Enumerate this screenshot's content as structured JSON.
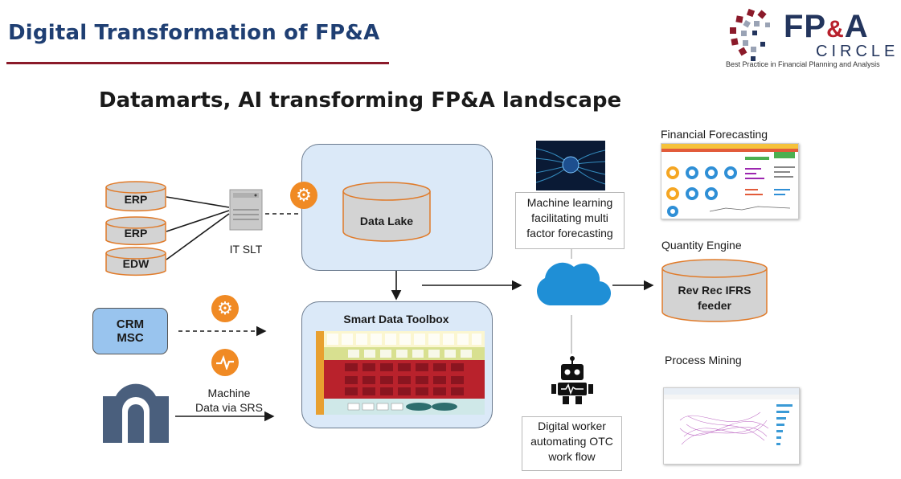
{
  "header": {
    "title": "Digital Transformation of FP&A"
  },
  "logo": {
    "line1": "FP",
    "amp": "&",
    "line1_end": "A",
    "line2": "CIRCLE",
    "tagline": "Best Practice in Financial Planning and Analysis"
  },
  "subtitle": "Datamarts, AI transforming FP&A landscape",
  "sources": {
    "erp1": "ERP",
    "erp2": "ERP",
    "edw": "EDW",
    "crm_line1": "CRM",
    "crm_line2": "MSC"
  },
  "server_label": "IT SLT",
  "data_lake": "Data Lake",
  "machine_data": {
    "line1": "Machine",
    "line2": "Data via SRS"
  },
  "smart_data_toolbox": "Smart Data Toolbox",
  "ml_box": {
    "line1": "Machine learning",
    "line2": "facilitating multi",
    "line3": "factor forecasting"
  },
  "digital_worker": {
    "line1": "Digital worker",
    "line2": "automating OTC",
    "line3": "work flow"
  },
  "financial_forecasting": "Financial Forecasting",
  "quantity_engine": "Quantity Engine",
  "rev_rec": {
    "line1": "Rev Rec IFRS",
    "line2": "feeder"
  },
  "process_mining": "Process Mining",
  "colors": {
    "title": "#1f3f73",
    "rule": "#8b1a2a",
    "orange": "#f08a24",
    "cylinder_fill": "#d3d3d3",
    "cylinder_stroke": "#e07b2a",
    "panel_fill": "#dbe9f8",
    "crm_fill": "#99c4ee",
    "cloud": "#1f8fd6"
  },
  "icons": [
    "gear-icon",
    "pulse-icon",
    "server-icon",
    "cloud-icon",
    "robot-icon",
    "machine-icon"
  ]
}
